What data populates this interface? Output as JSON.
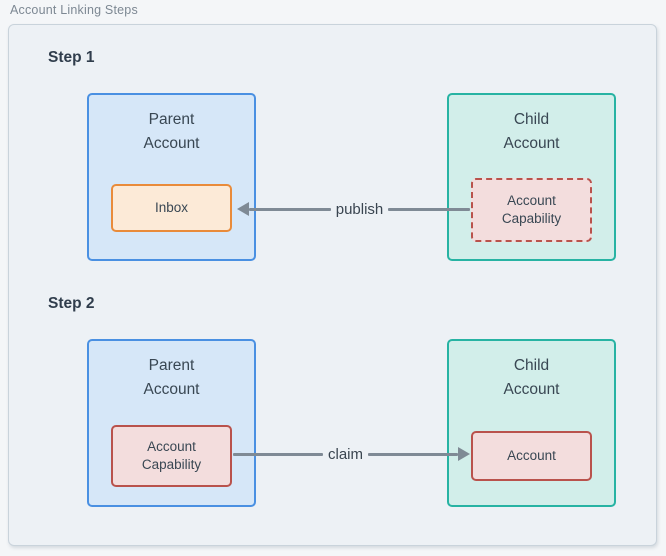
{
  "title": "Account Linking Steps",
  "palette": {
    "canvas_bg": "#edf1f5",
    "canvas_border": "#c9d3db",
    "parent_fill": "#d6e7f8",
    "parent_border": "#4a90e2",
    "child_fill": "#d2eeea",
    "child_border": "#27b3a3",
    "inbox_fill": "#fcead7",
    "inbox_border": "#e98b3a",
    "pink_fill": "#f3dddd",
    "pink_border": "#b9524c",
    "arrow_color": "#7f8a95",
    "text_color": "#394753",
    "group_label_color": "#7d8893"
  },
  "steps": [
    {
      "label": "Step 1",
      "parent": {
        "title": "Parent\nAccount",
        "inner": {
          "label": "Inbox",
          "style": "orange",
          "border": "solid"
        }
      },
      "child": {
        "title": "Child\nAccount",
        "inner": {
          "label": "Account\nCapability",
          "style": "pink",
          "border": "dashed"
        }
      },
      "arrow": {
        "label": "publish",
        "direction": "left",
        "from": "child-account-capability",
        "to": "parent-inbox"
      }
    },
    {
      "label": "Step 2",
      "parent": {
        "title": "Parent\nAccount",
        "inner": {
          "label": "Account\nCapability",
          "style": "pink",
          "border": "solid"
        }
      },
      "child": {
        "title": "Child\nAccount",
        "inner": {
          "label": "Account",
          "style": "pink",
          "border": "solid"
        }
      },
      "arrow": {
        "label": "claim",
        "direction": "right",
        "from": "parent-account-capability",
        "to": "child-account"
      }
    }
  ]
}
